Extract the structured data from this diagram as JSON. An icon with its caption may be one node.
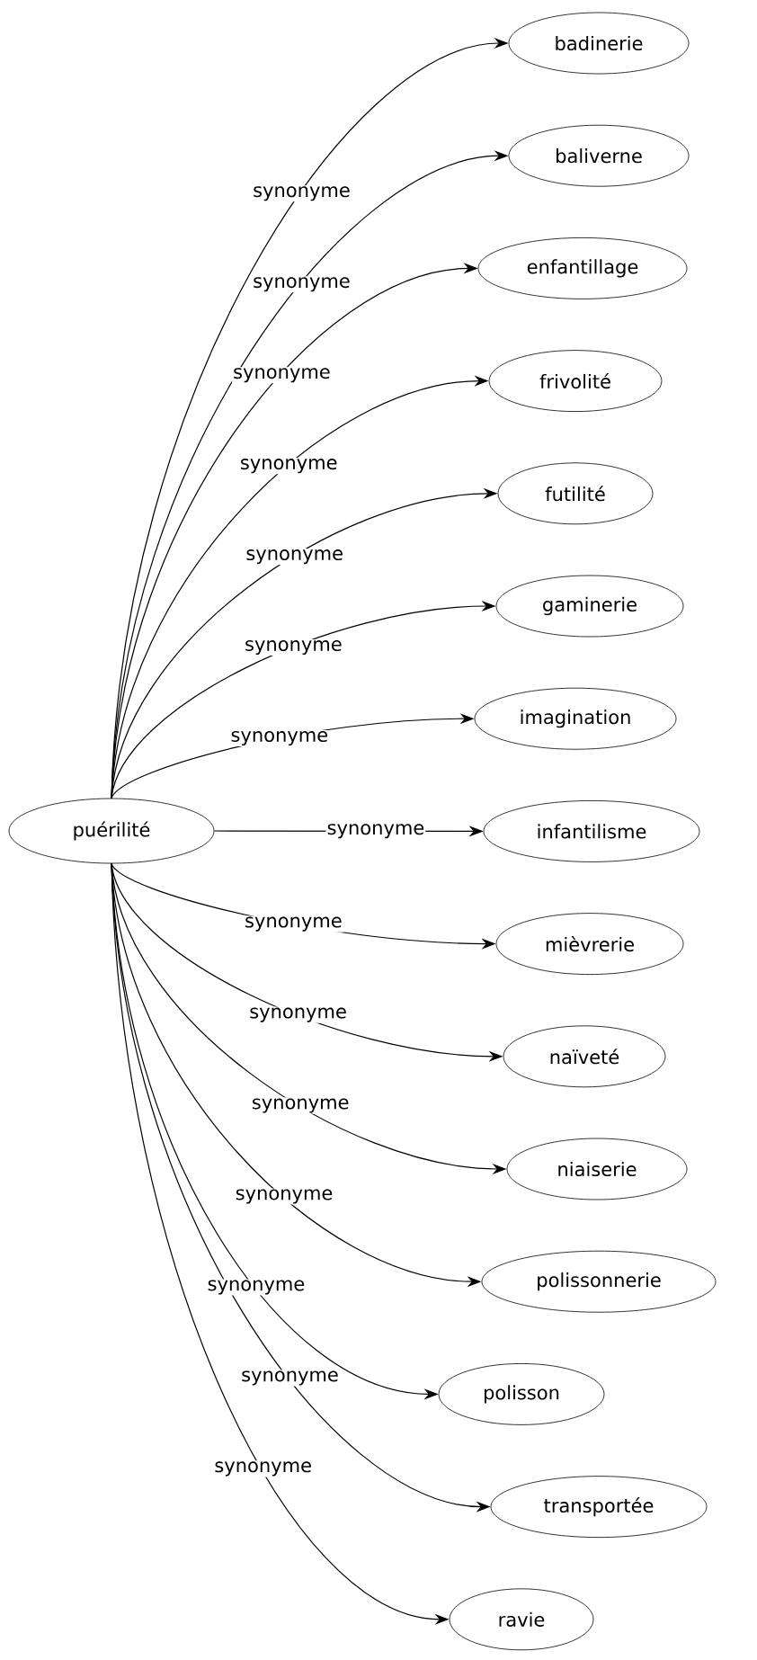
{
  "diagram": {
    "nodes": [
      {
        "text": [
          "puérilité"
        ]
      },
      {
        "text": [
          "badinerie"
        ]
      },
      {
        "text": [
          "baliverne"
        ]
      },
      {
        "text": [
          "enfantillage"
        ]
      },
      {
        "text": [
          "frivolité"
        ]
      },
      {
        "text": [
          "futilité"
        ]
      },
      {
        "text": [
          "gaminerie"
        ]
      },
      {
        "text": [
          "imagination"
        ]
      },
      {
        "text": [
          "infantilisme"
        ]
      },
      {
        "text": [
          "mièvrerie"
        ]
      },
      {
        "text": [
          "naïveté"
        ]
      },
      {
        "text": [
          "niaiserie"
        ]
      },
      {
        "text": [
          "polissonnerie"
        ]
      },
      {
        "text": [
          "polisson"
        ]
      },
      {
        "text": [
          "transportée"
        ]
      },
      {
        "text": [
          "ravie"
        ]
      }
    ],
    "edges": [
      {
        "from": 0,
        "to": 1,
        "arrow": "to",
        "label": "synonyme"
      },
      {
        "from": 0,
        "to": 2,
        "arrow": "to",
        "label": "synonyme"
      },
      {
        "from": 0,
        "to": 3,
        "arrow": "to",
        "label": "synonyme"
      },
      {
        "from": 0,
        "to": 4,
        "arrow": "to",
        "label": "synonyme"
      },
      {
        "from": 0,
        "to": 5,
        "arrow": "to",
        "label": "synonyme"
      },
      {
        "from": 0,
        "to": 6,
        "arrow": "to",
        "label": "synonyme"
      },
      {
        "from": 0,
        "to": 7,
        "arrow": "to",
        "label": "synonyme"
      },
      {
        "from": 0,
        "to": 8,
        "arrow": "to",
        "label": "synonyme"
      },
      {
        "from": 0,
        "to": 9,
        "arrow": "to",
        "label": "synonyme"
      },
      {
        "from": 0,
        "to": 10,
        "arrow": "to",
        "label": "synonyme"
      },
      {
        "from": 0,
        "to": 11,
        "arrow": "to",
        "label": "synonyme"
      },
      {
        "from": 0,
        "to": 12,
        "arrow": "to",
        "label": "synonyme"
      },
      {
        "from": 0,
        "to": 13,
        "arrow": "to",
        "label": "synonyme"
      },
      {
        "from": 0,
        "to": 14,
        "arrow": "to",
        "label": "synonyme"
      },
      {
        "from": 0,
        "to": 15,
        "arrow": "to",
        "label": "synonyme"
      }
    ]
  }
}
